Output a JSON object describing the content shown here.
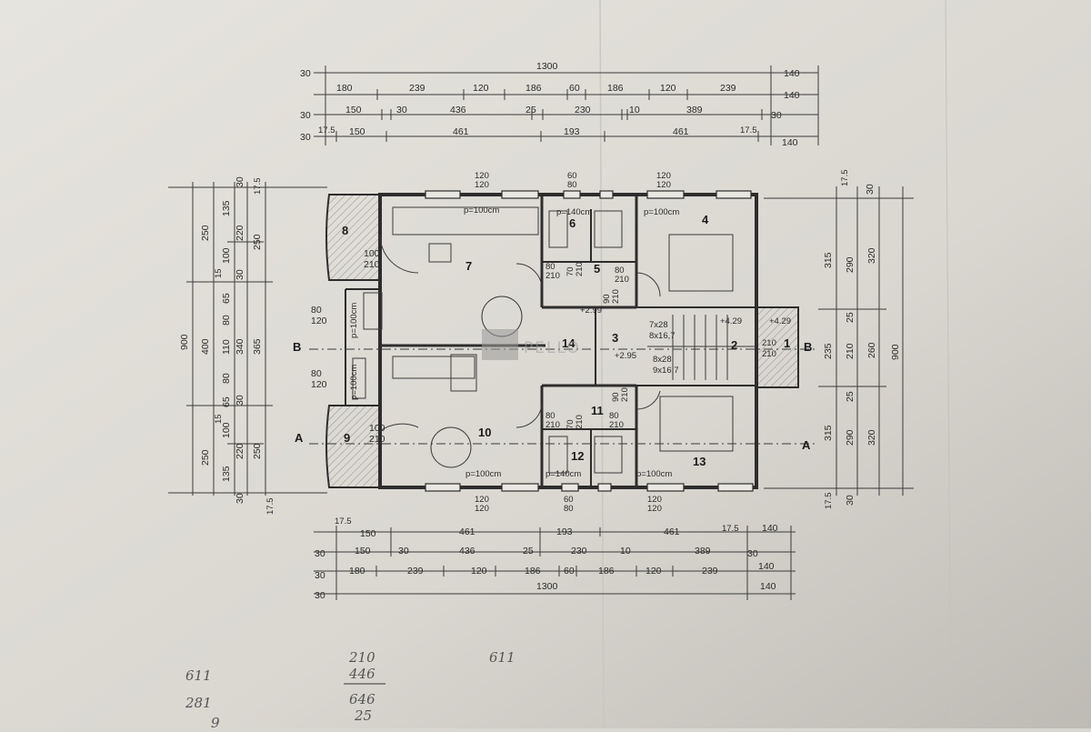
{
  "colors": {
    "paper": "#dedcd6",
    "line": "#3a3a3a",
    "wall": "#2d2d2d",
    "hatch": "#8a8a8a"
  },
  "dims": {
    "top_row1": [
      "30",
      "1300",
      "140"
    ],
    "top_row2": [
      "180",
      "239",
      "120",
      "186",
      "60",
      "186",
      "120",
      "239",
      "140"
    ],
    "top_row3": [
      "30",
      "150",
      "30",
      "436",
      "25",
      "230",
      "10",
      "389",
      "30"
    ],
    "top_row4": [
      "30",
      "17.5",
      "150",
      "461",
      "193",
      "461",
      "17.5",
      "140"
    ],
    "bot_row1": [
      "17.5",
      "150",
      "461",
      "193",
      "461",
      "17.5",
      "140"
    ],
    "bot_row2": [
      "30",
      "150",
      "30",
      "436",
      "25",
      "230",
      "10",
      "389",
      "30"
    ],
    "bot_row3": [
      "30",
      "180",
      "239",
      "120",
      "186",
      "60",
      "186",
      "120",
      "239",
      "140"
    ],
    "bot_row4": [
      "30",
      "1300",
      "140"
    ],
    "left_outer": [
      "900"
    ],
    "left_col2": [
      "250",
      "400",
      "250"
    ],
    "left_col3": [
      "135",
      "100",
      "15",
      "65",
      "80",
      "110",
      "80",
      "65",
      "15",
      "100",
      "135"
    ],
    "left_col4": [
      "30",
      "220",
      "30",
      "340",
      "30",
      "220",
      "30"
    ],
    "left_col5": [
      "17.5",
      "250",
      "365",
      "250",
      "17.5"
    ],
    "right_col1": [
      "17.5",
      "315",
      "25",
      "235",
      "25",
      "315",
      "17.5"
    ],
    "right_col2": [
      "30",
      "290",
      "210",
      "290",
      "30"
    ],
    "right_col3": [
      "320",
      "260",
      "320"
    ],
    "right_outer": [
      "900"
    ],
    "window_top": [
      "120",
      "120",
      "60",
      "80",
      "120",
      "120"
    ],
    "window_bot": [
      "120",
      "120",
      "60",
      "80",
      "120",
      "120"
    ]
  },
  "rooms": {
    "r1": "1",
    "r2": "2",
    "r3": "3",
    "r4": "4",
    "r5": "5",
    "r6": "6",
    "r7": "7",
    "r8": "8",
    "r9": "9",
    "r10": "10",
    "r11": "11",
    "r12": "12",
    "r13": "13",
    "r14": "14"
  },
  "labels": {
    "p100_top_left": "p=100cm",
    "p140_top": "p=140cm",
    "p100_top_right": "p=100cm",
    "p100_bot_left": "p=100cm",
    "p140_bot": "p=140cm",
    "p100_bot_right": "p=100cm",
    "p100_v1": "p=100cm",
    "p100_v2": "p=100cm",
    "door_100_210_a": "100",
    "door_100_210_a2": "210",
    "door_80_120_a": "80",
    "door_80_120_a2": "120",
    "door_80_120_b": "80",
    "door_80_120_b2": "120",
    "door_100_210_b": "100",
    "door_100_210_b2": "210",
    "d80a": "80",
    "d210a": "210",
    "d70a": "70",
    "d210b": "210",
    "d80b": "80",
    "d210c": "210",
    "d90a": "90",
    "d210d": "210",
    "d80c": "80",
    "d210e": "210",
    "d70b": "70",
    "d210f": "210",
    "d80d": "80",
    "d210g": "210",
    "d90b": "90",
    "d210h": "210",
    "d210i": "210",
    "d210j": "210",
    "lvl_299": "+2.99",
    "lvl_295": "+2.95",
    "lvl_429a": "+4.29",
    "lvl_429b": "+4.29",
    "stair1a": "7x28",
    "stair1b": "8x16,7",
    "stair2a": "8x28",
    "stair2b": "9x16,7",
    "secB_left": "B",
    "secB_right": "B",
    "secA_left": "A",
    "secA_right": "A"
  },
  "watermark": "PELLO",
  "handwriting": [
    "210",
    "446",
    "646",
    "25",
    "611",
    "611",
    "281",
    "9"
  ]
}
